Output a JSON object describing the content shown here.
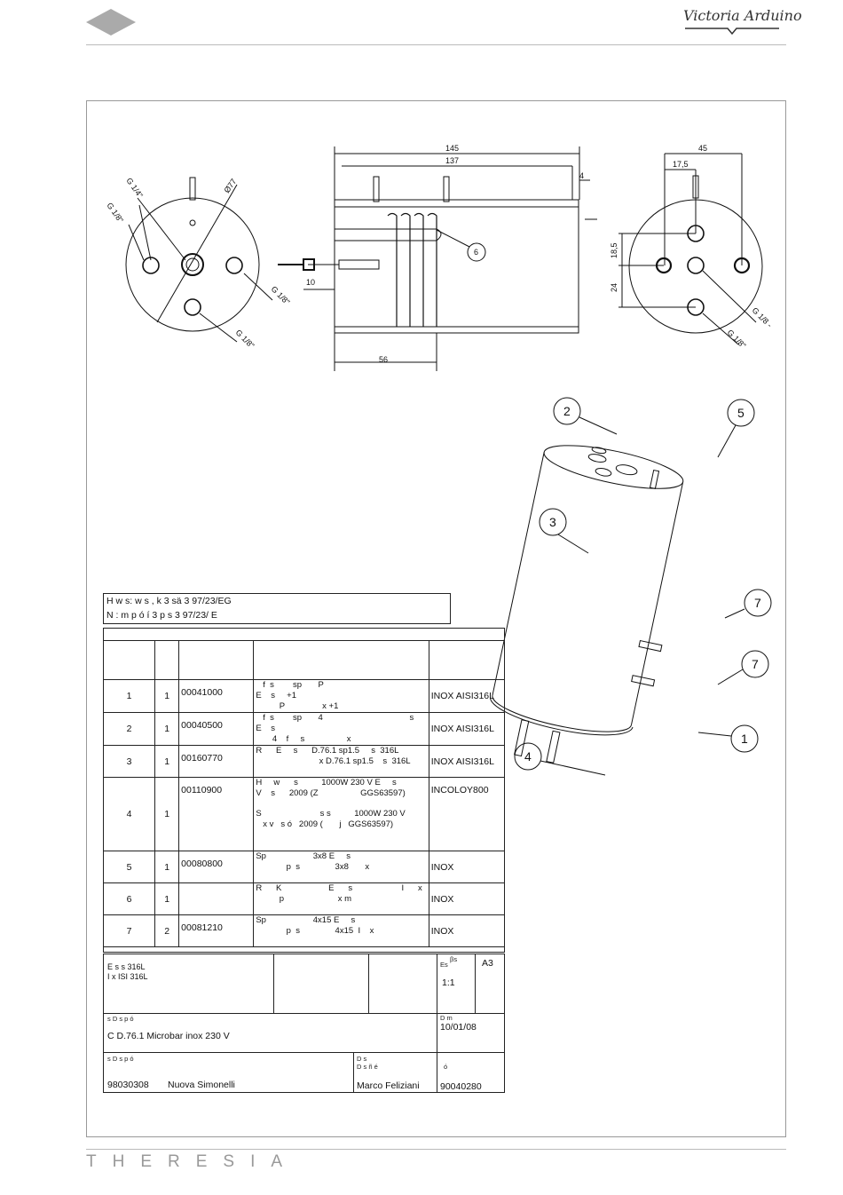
{
  "brand": {
    "logo_text": "Victoria Arduino",
    "footer": "THERESIA"
  },
  "drawing": {
    "dims": {
      "d145": "145",
      "d137": "137",
      "d4": "4",
      "d10": "10",
      "d56": "56",
      "d45": "45",
      "d17_5": "17,5",
      "d18_5": "18,5",
      "d24": "24",
      "dia77": "Ø77"
    },
    "labels": {
      "g14": "G 1/4\"",
      "g18a": "G 1/8\"",
      "g18b": "G 1/8\"",
      "g18c": "G 1/8\"",
      "g18r1": "G 1/8 -",
      "g18r2": "G 1/8\""
    },
    "callouts": [
      "1",
      "2",
      "3",
      "4",
      "5",
      "6",
      "7"
    ]
  },
  "notice": {
    "line1": "H   w   s:                 w          s          ,     k   3     sä     3 97/23/EG",
    "line2": "N    :    m                            p        ó       í       3   p          s 3 97/23/   E"
  },
  "parts": [
    {
      "pos": "1",
      "qty": "1",
      "code": "00041000",
      "desc": [
        "   f  s        sp       P",
        "E    s     +1",
        "          P                x +1"
      ],
      "material": "INOX AISI316L"
    },
    {
      "pos": "2",
      "qty": "1",
      "code": "00040500",
      "desc": [
        "   f  s        sp       4                                     s",
        "E    s",
        "       4    f     s                  x"
      ],
      "material": "INOX AISI316L"
    },
    {
      "pos": "3",
      "qty": "1",
      "code": "00160770",
      "desc": [
        "R      E     s      D.76.1 sp1.5     s  316L",
        "                           x D.76.1 sp1.5    s  316L"
      ],
      "material": "INOX AISI316L"
    },
    {
      "pos": "4",
      "qty": "1",
      "code": "00110900",
      "desc": [
        "H     w      s          1000W 230 V E     s",
        "V    s      2009 (Z                  GGS63597)",
        "",
        "S                         s s          1000W 230 V",
        "   x v   s ó   2009 (       j   GGS63597)"
      ],
      "material": "INCOLOY800"
    },
    {
      "pos": "5",
      "qty": "1",
      "code": "00080800",
      "desc": [
        "Sp                    3x8 E     s",
        "             p  s               3x8       x"
      ],
      "material": "INOX"
    },
    {
      "pos": "6",
      "qty": "1",
      "code": "",
      "desc": [
        "R      K                    E      s                     I      x",
        "          p                       x m"
      ],
      "material": "INOX"
    },
    {
      "pos": "7",
      "qty": "2",
      "code": "00081210",
      "desc": [
        "Sp                    4x15 E     s",
        "             p  s               4x15  I    x"
      ],
      "material": "INOX"
    }
  ],
  "titleblock": {
    "material_l1": "E      s         s 316L",
    "material_l2": "        I     x                 ISI 316L",
    "scale_label": "Es",
    "scale_sup": "βs",
    "scale": "1:1",
    "format": "A3",
    "desc_label": "   s              D  s    p    ó",
    "description": "C                D.76.1 Microbar inox 230 V",
    "date_label": "D      m",
    "date": "10/01/08",
    "code_label": "   s              D  s    p    ó",
    "code": "98030308",
    "client": "Nuova Simonelli",
    "drawn_label_1": "D  s",
    "drawn_label_2": "D  s   ñ          é",
    "drawn_by": "Marco Feliziani",
    "num_label": "ó",
    "drawing_number": "90040280"
  }
}
